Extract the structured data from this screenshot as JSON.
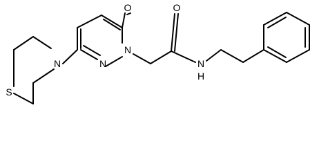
{
  "molecule": {
    "atom_labels": {
      "sulfur": "S",
      "thiomorpholine_nitrogen": "N",
      "ring_nitrogen_lower": "N",
      "ring_nitrogen_n1": "N",
      "ring_carbonyl_oxygen": "O",
      "amide_oxygen": "O",
      "amide_nitrogen": "N",
      "amide_hydrogen": "H"
    }
  },
  "colors": {
    "bond": "#000000",
    "label": "#000000",
    "background": "#ffffff"
  }
}
